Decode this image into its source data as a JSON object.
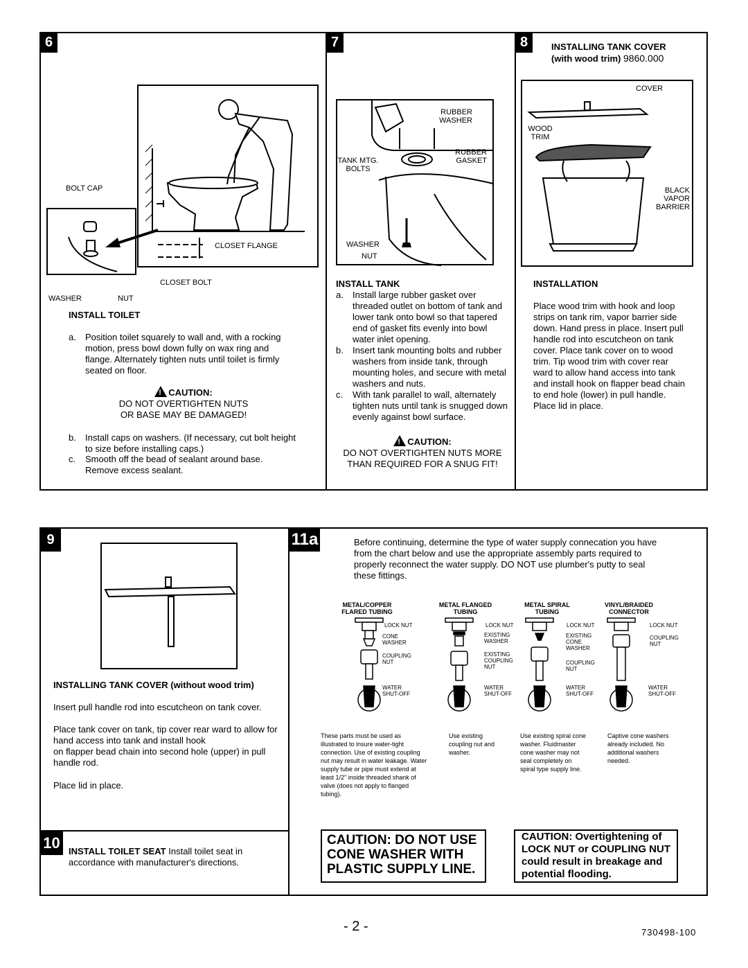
{
  "top": {
    "step6": {
      "number": "6",
      "labels": {
        "bolt_cap": "BOLT CAP",
        "closet_flange": "CLOSET FLANGE",
        "closet_bolt": "CLOSET BOLT",
        "washer": "WASHER",
        "nut": "NUT"
      },
      "heading": "INSTALL TOILET",
      "items": [
        {
          "key": "a.",
          "text": "Position toilet squarely to wall and, with a rocking motion, press bowl down fully on wax ring and flange. Alternately tighten nuts until toilet is firmly seated on floor."
        },
        {
          "key": "b.",
          "text": "Install caps on washers.  (If necessary, cut bolt height to size before installing caps.)"
        },
        {
          "key": "c.",
          "text": "Smooth off the bead of sealant around base. Remove excess sealant."
        }
      ],
      "caution_title": "CAUTION:",
      "caution_line1": "DO NOT OVERTIGHTEN NUTS",
      "caution_line2": "OR BASE MAY BE DAMAGED!"
    },
    "step7": {
      "number": "7",
      "labels": {
        "rubber_washer_1": "RUBBER",
        "rubber_washer_2": "WASHER",
        "rubber_gasket_1": "RUBBER",
        "rubber_gasket_2": "GASKET",
        "tank_bolts_1": "TANK MTG.",
        "tank_bolts_2": "BOLTS",
        "washer": "WASHER",
        "nut": "NUT"
      },
      "heading": "INSTALL TANK",
      "items": [
        {
          "key": "a.",
          "text": "Install large rubber gasket over threaded outlet on bottom of tank and lower tank onto bowl so that tapered end of gasket fits evenly into bowl water inlet opening."
        },
        {
          "key": "b.",
          "text": "Insert tank mounting bolts and rubber washers from inside tank, through mounting holes, and secure with metal washers and nuts."
        },
        {
          "key": "c.",
          "text": "With tank parallel to wall, alternately tighten nuts until tank is snugged down evenly against bowl surface."
        }
      ],
      "caution_title": "CAUTION:",
      "caution_line1": "DO NOT OVERTIGHTEN NUTS MORE",
      "caution_line2": "THAN REQUIRED FOR A SNUG FIT!"
    },
    "step8": {
      "number": "8",
      "title_line1": "INSTALLING TANK COVER",
      "title_line2_bold": "(with wood trim)",
      "title_line2_part": "9860.000",
      "labels": {
        "cover": "COVER",
        "wood_1": "WOOD",
        "wood_2": "TRIM",
        "black": "BLACK",
        "vapor": "VAPOR",
        "barrier": "BARRIER"
      },
      "heading": "INSTALLATION",
      "text": "Place wood trim with hook and loop strips on tank rim, vapor barrier side down.  Hand press in place. Insert pull handle rod into escutcheon on tank cover. Place tank cover on to wood trim. Tip wood trim with cover rear ward to allow hand access into tank and install hook on flapper bead chain to end hole (lower) in pull handle. Place lid in place."
    }
  },
  "step9": {
    "number": "9",
    "heading": "INSTALLING TANK COVER (without wood trim)",
    "p1": "Insert pull handle rod into escutcheon on tank cover.",
    "p2": "Place tank cover on tank, tip cover rear ward to allow for hand access into tank and install hook",
    "p3": "on flapper bead chain into second hole (upper) in pull handle rod.",
    "p4": "Place lid in place."
  },
  "step10": {
    "number": "10",
    "bold": "INSTALL TOILET SEAT",
    "text": "Install toilet seat in accordance with manufacturer's directions."
  },
  "step11a": {
    "number": "11a",
    "intro": "Before continuing, determine the type of water supply connecation you have from the chart below and use the appropriate assembly parts required to properly reconnect the water supply. DO NOT use plumber's putty to seal these fittings.",
    "columns": [
      {
        "head1": "METAL/COPPER",
        "head2": "FLARED TUBING",
        "parts": [
          "LOCK NUT",
          "CONE\nWASHER",
          "COUPLING\nNUT",
          "WATER\nSHUT-OFF"
        ],
        "note": "These parts must be used as illustrated to insure water-tight connection. Use of existing coupling nut may result in water leakage. Water supply tube or pipe must extend at least 1/2\" inside threaded shank of valve (does not apply to flanged tubing)."
      },
      {
        "head1": "METAL FLANGED",
        "head2": "TUBING",
        "parts": [
          "LOCK NUT",
          "EXISTING\nWASHER",
          "EXISTING\nCOUPLING\nNUT",
          "WATER\nSHUT-OFF"
        ],
        "note": "Use existing coupling nut and washer."
      },
      {
        "head1": "METAL SPIRAL",
        "head2": "TUBING",
        "parts": [
          "LOCK NUT",
          "EXISTING\nCONE\nWASHER",
          "COUPLING\nNUT",
          "WATER\nSHUT-OFF"
        ],
        "note": "Use existing spiral cone washer. Fluidmaster cone washer may not seal completely on spiral type supply line."
      },
      {
        "head1": "VINYL/BRAIDED",
        "head2": "CONNECTOR",
        "parts": [
          "LOCK NUT",
          "COUPLING\nNUT",
          "WATER\nSHUT-OFF"
        ],
        "note": "Captive cone washers already included. No additional washers needed."
      }
    ],
    "caution_big": [
      "CAUTION: DO NOT USE",
      "CONE WASHER WITH",
      "PLASTIC SUPPLY LINE."
    ],
    "caution_med": [
      "CAUTION: Overtightening of",
      "LOCK NUT or COUPLING NUT",
      "could result in breakage and",
      "potential flooding."
    ]
  },
  "footer": {
    "page": "- 2 -",
    "code": "730498-100"
  }
}
